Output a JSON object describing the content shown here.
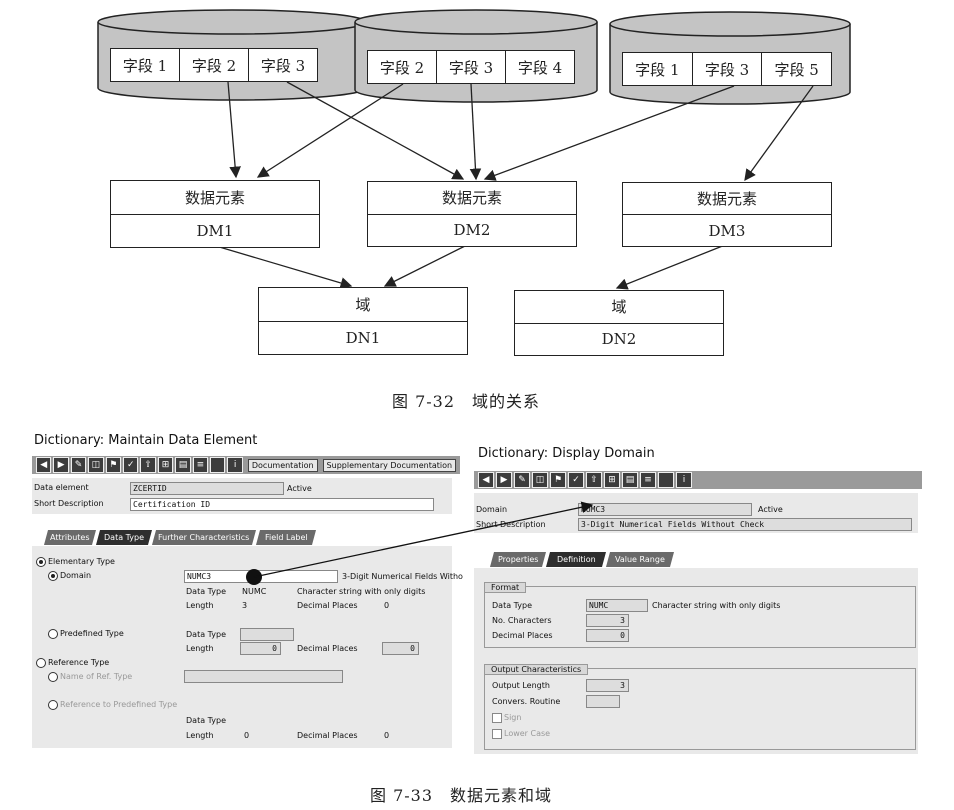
{
  "diagram": {
    "tables": [
      {
        "fields": [
          "字段 1",
          "字段 2",
          "字段 3"
        ]
      },
      {
        "fields": [
          "字段 2",
          "字段 3",
          "字段 4"
        ]
      },
      {
        "fields": [
          "字段 1",
          "字段 3",
          "字段 5"
        ]
      }
    ],
    "data_elements": [
      {
        "header": "数据元素",
        "name": "DM1"
      },
      {
        "header": "数据元素",
        "name": "DM2"
      },
      {
        "header": "数据元素",
        "name": "DM3"
      }
    ],
    "domains": [
      {
        "header": "域",
        "name": "DN1"
      },
      {
        "header": "域",
        "name": "DN2"
      }
    ],
    "caption": "图 7-32　域的关系"
  },
  "left_window": {
    "title": "Dictionary: Maintain Data Element",
    "toolbar_buttons": [
      "Documentation",
      "Supplementary Documentation"
    ],
    "data_element_label": "Data element",
    "data_element_value": "ZCERTID",
    "status": "Active",
    "short_desc_label": "Short Description",
    "short_desc_value": "Certification ID",
    "tabs": [
      "Attributes",
      "Data Type",
      "Further Characteristics",
      "Field Label"
    ],
    "elementary_type": "Elementary Type",
    "domain_label": "Domain",
    "domain_value": "NUMC3",
    "domain_desc": "3-Digit Numerical Fields Witho",
    "data_type_label": "Data Type",
    "data_type_value": "NUMC",
    "data_type_desc": "Character string with only digits",
    "length_label": "Length",
    "length_value": "3",
    "decimal_label": "Decimal Places",
    "decimal_value": "0",
    "predefined_type": "Predefined Type",
    "pre_data_type_label": "Data Type",
    "pre_length_label": "Length",
    "pre_length_value": "0",
    "pre_decimal_label": "Decimal Places",
    "pre_decimal_value": "0",
    "reference_type": "Reference Type",
    "name_ref_type": "Name of Ref. Type",
    "ref_predefined": "Reference to Predefined Type",
    "ref_data_type_label": "Data Type",
    "ref_length_label": "Length",
    "ref_length_value": "0",
    "ref_decimal_label": "Decimal Places",
    "ref_decimal_value": "0"
  },
  "right_window": {
    "title": "Dictionary: Display Domain",
    "domain_label": "Domain",
    "domain_value": "NUMC3",
    "status": "Active",
    "short_desc_label": "Short Description",
    "short_desc_value": "3-Digit Numerical Fields Without Check",
    "tabs": [
      "Properties",
      "Definition",
      "Value Range"
    ],
    "format_title": "Format",
    "data_type_label": "Data Type",
    "data_type_value": "NUMC",
    "data_type_desc": "Character string with only digits",
    "no_chars_label": "No. Characters",
    "no_chars_value": "3",
    "decimal_label": "Decimal Places",
    "decimal_value": "0",
    "output_title": "Output Characteristics",
    "output_length_label": "Output Length",
    "output_length_value": "3",
    "convers_label": "Convers. Routine",
    "sign_label": "Sign",
    "lower_case_label": "Lower Case"
  },
  "caption2": "图 7-33　数据元素和域"
}
